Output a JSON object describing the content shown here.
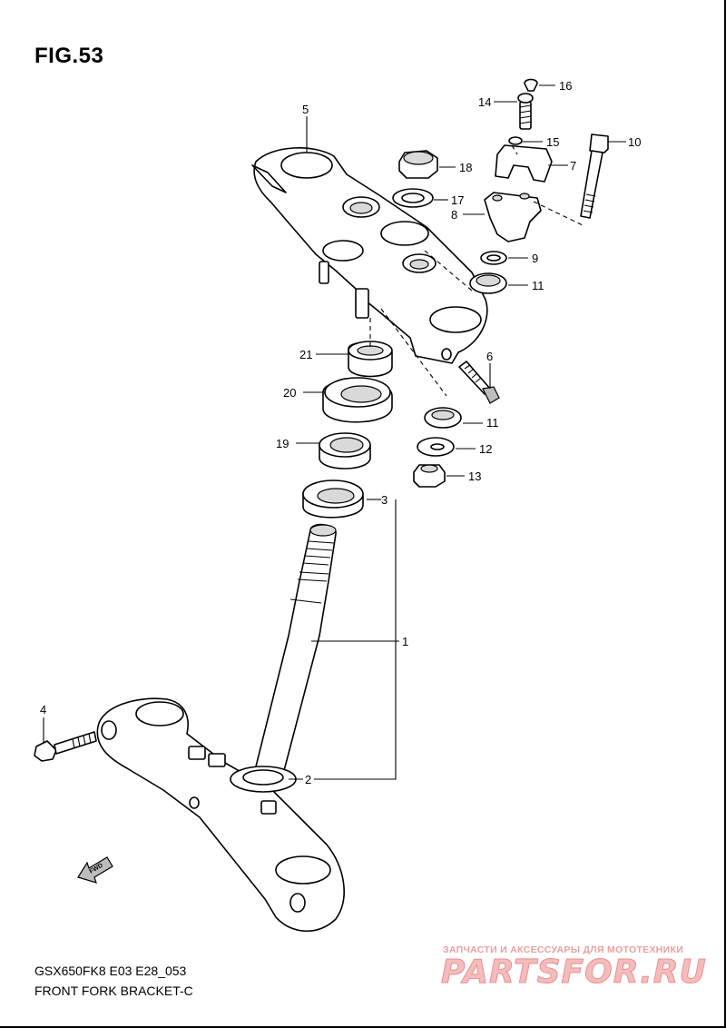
{
  "figure": {
    "title": "FIG.53",
    "model_code": "GSX650FK8 E03 E28_053",
    "name": "FRONT FORK BRACKET-C"
  },
  "fwd_arrow_label": "FWD",
  "callouts": [
    "1",
    "2",
    "3",
    "4",
    "5",
    "6",
    "7",
    "8",
    "9",
    "10",
    "11",
    "11",
    "12",
    "13",
    "14",
    "15",
    "16",
    "17",
    "18",
    "19",
    "20",
    "21"
  ],
  "watermark": {
    "tagline": "ЗАПЧАСТИ И АКСЕССУАРЫ ДЛЯ МОТОТЕХНИКИ",
    "logo": "PARTSFOR.RU"
  }
}
